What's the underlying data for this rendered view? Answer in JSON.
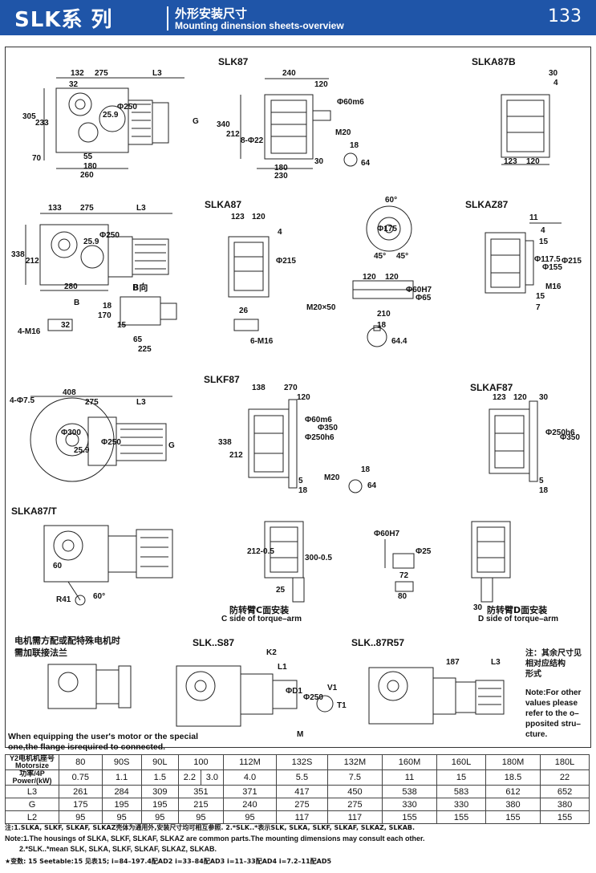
{
  "header": {
    "title": "SLK系 列",
    "subtitle_cn": "外形安装尺寸",
    "subtitle_en": "Mounting dinension sheets-overview",
    "page": "133"
  },
  "colors": {
    "header_bg": "#1f55a8",
    "line": "#222222"
  },
  "views": {
    "slk87": "SLK87",
    "slka87b": "SLKA87B",
    "slka87": "SLKA87",
    "slkaz87": "SLKAZ87",
    "slkf87": "SLKF87",
    "slkaf87": "SLKAF87",
    "slka87t": "SLKA87/T",
    "slks87": "SLK..S87",
    "slk87r57": "SLK..87R57",
    "b_view": "B向"
  },
  "dims": {
    "slk87": [
      "132",
      "275",
      "L3",
      "32",
      "305",
      "233",
      "25.9",
      "Φ250",
      "G",
      "70",
      "55",
      "180",
      "260"
    ],
    "slk87_side": [
      "240",
      "120",
      "Φ60m6",
      "340",
      "212",
      "8-Φ22",
      "M20",
      "18",
      "64",
      "30",
      "180",
      "230"
    ],
    "slka87b": [
      "30",
      "4",
      "123",
      "120"
    ],
    "slka87": [
      "133",
      "275",
      "L3",
      "338",
      "212",
      "25.9",
      "Φ250",
      "280",
      "B",
      "18",
      "170",
      "15",
      "65",
      "225",
      "4-M16",
      "32"
    ],
    "slka87_side": [
      "123",
      "120",
      "4",
      "Φ215",
      "26",
      "6-M16"
    ],
    "slka87_shaft": [
      "60°",
      "Φ175",
      "45°",
      "45°",
      "120",
      "120",
      "Φ60H7",
      "Φ65",
      "M20×50",
      "210",
      "18",
      "64.4"
    ],
    "slkaz87": [
      "11",
      "4",
      "15",
      "Φ117.5",
      "Φ155",
      "Φ215",
      "M16",
      "15",
      "7"
    ],
    "slkf87": [
      "408",
      "275",
      "L3",
      "4-Φ7.5",
      "Φ300",
      "25.9",
      "Φ250",
      "G"
    ],
    "slkf87_side": [
      "138",
      "270",
      "120",
      "Φ60m6",
      "Φ250h6",
      "Φ350",
      "338",
      "212",
      "M20",
      "18",
      "64",
      "5",
      "18"
    ],
    "slkaf87": [
      "123",
      "120",
      "30",
      "Φ250h6",
      "Φ350",
      "5",
      "18"
    ],
    "slka87t": [
      "60",
      "R41",
      "60°"
    ],
    "torque": [
      "212-0.5",
      "25",
      "300-0.5",
      "Φ60H7",
      "Φ25",
      "72",
      "80",
      "30"
    ],
    "slks87": [
      "K2",
      "L1",
      "ΦD1",
      "Φ250",
      "V1",
      "T1",
      "M"
    ],
    "slk87r57": [
      "187",
      "L3"
    ]
  },
  "torque_arm": {
    "c_cn": "防转臂C面安装",
    "c_en": "C side of torque–arm",
    "d_cn": "防转臂D面安装",
    "d_en": "D side of torque–arm"
  },
  "notes": {
    "flange_cn_1": "电机需方配或配特殊电机时",
    "flange_cn_2": "需加联接法兰",
    "flange_en": "When equipping the user's motor or the special one,the flange isrequired to connected.",
    "side_cn_1": "注：其余尺寸见",
    "side_cn_2": "相对应结构",
    "side_cn_3": "形式",
    "side_en": "Note:For other values please refer to the o–pposited stru–cture."
  },
  "table": {
    "header_cn": "Y2电机机座号",
    "header_en": "Motorsize",
    "power_cn": "功率/4P",
    "power_en": "Power/(kW)",
    "motor_sizes": [
      "80",
      "90S",
      "90L",
      "100",
      "112M",
      "132S",
      "132M",
      "160M",
      "160L",
      "180M",
      "180L"
    ],
    "power": [
      "0.75",
      "1.1",
      "1.5",
      "2.2",
      "3.0",
      "4.0",
      "5.5",
      "7.5",
      "11",
      "15",
      "18.5",
      "22"
    ],
    "rows": [
      {
        "label": "L3",
        "values": [
          "261",
          "284",
          "309",
          "351",
          "371",
          "417",
          "450",
          "538",
          "583",
          "612",
          "652"
        ]
      },
      {
        "label": "G",
        "values": [
          "175",
          "195",
          "195",
          "215",
          "240",
          "275",
          "275",
          "330",
          "330",
          "380",
          "380"
        ]
      },
      {
        "label": "L2",
        "values": [
          "95",
          "95",
          "95",
          "95",
          "95",
          "117",
          "117",
          "155",
          "155",
          "155",
          "155"
        ]
      }
    ]
  },
  "footnotes": {
    "cn_1": "注:1.SLKA, SLKF, SLKAF, SLKAZ壳体为通用外,安装尺寸均可相互参照.   2.*SLK..*表示SLK, SLKA, SLKF, SLKAF, SLKAZ, SLKAB.",
    "en_1": "Note:1.The housings of SLKA, SLKF, SLKAF, SLKAZ are common parts.The mounting dimensions may consult each other.",
    "en_2": "2.*SLK..*mean SLK, SLKA, SLKF, SLKAF, SLKAZ, SLKAB.",
    "ratio": "★变数: 15  Seetable:15 见表15;  i=84–197.4配AD2  i=33–84配AD3  i=11–33配AD4  i=7.2–11配AD5"
  }
}
